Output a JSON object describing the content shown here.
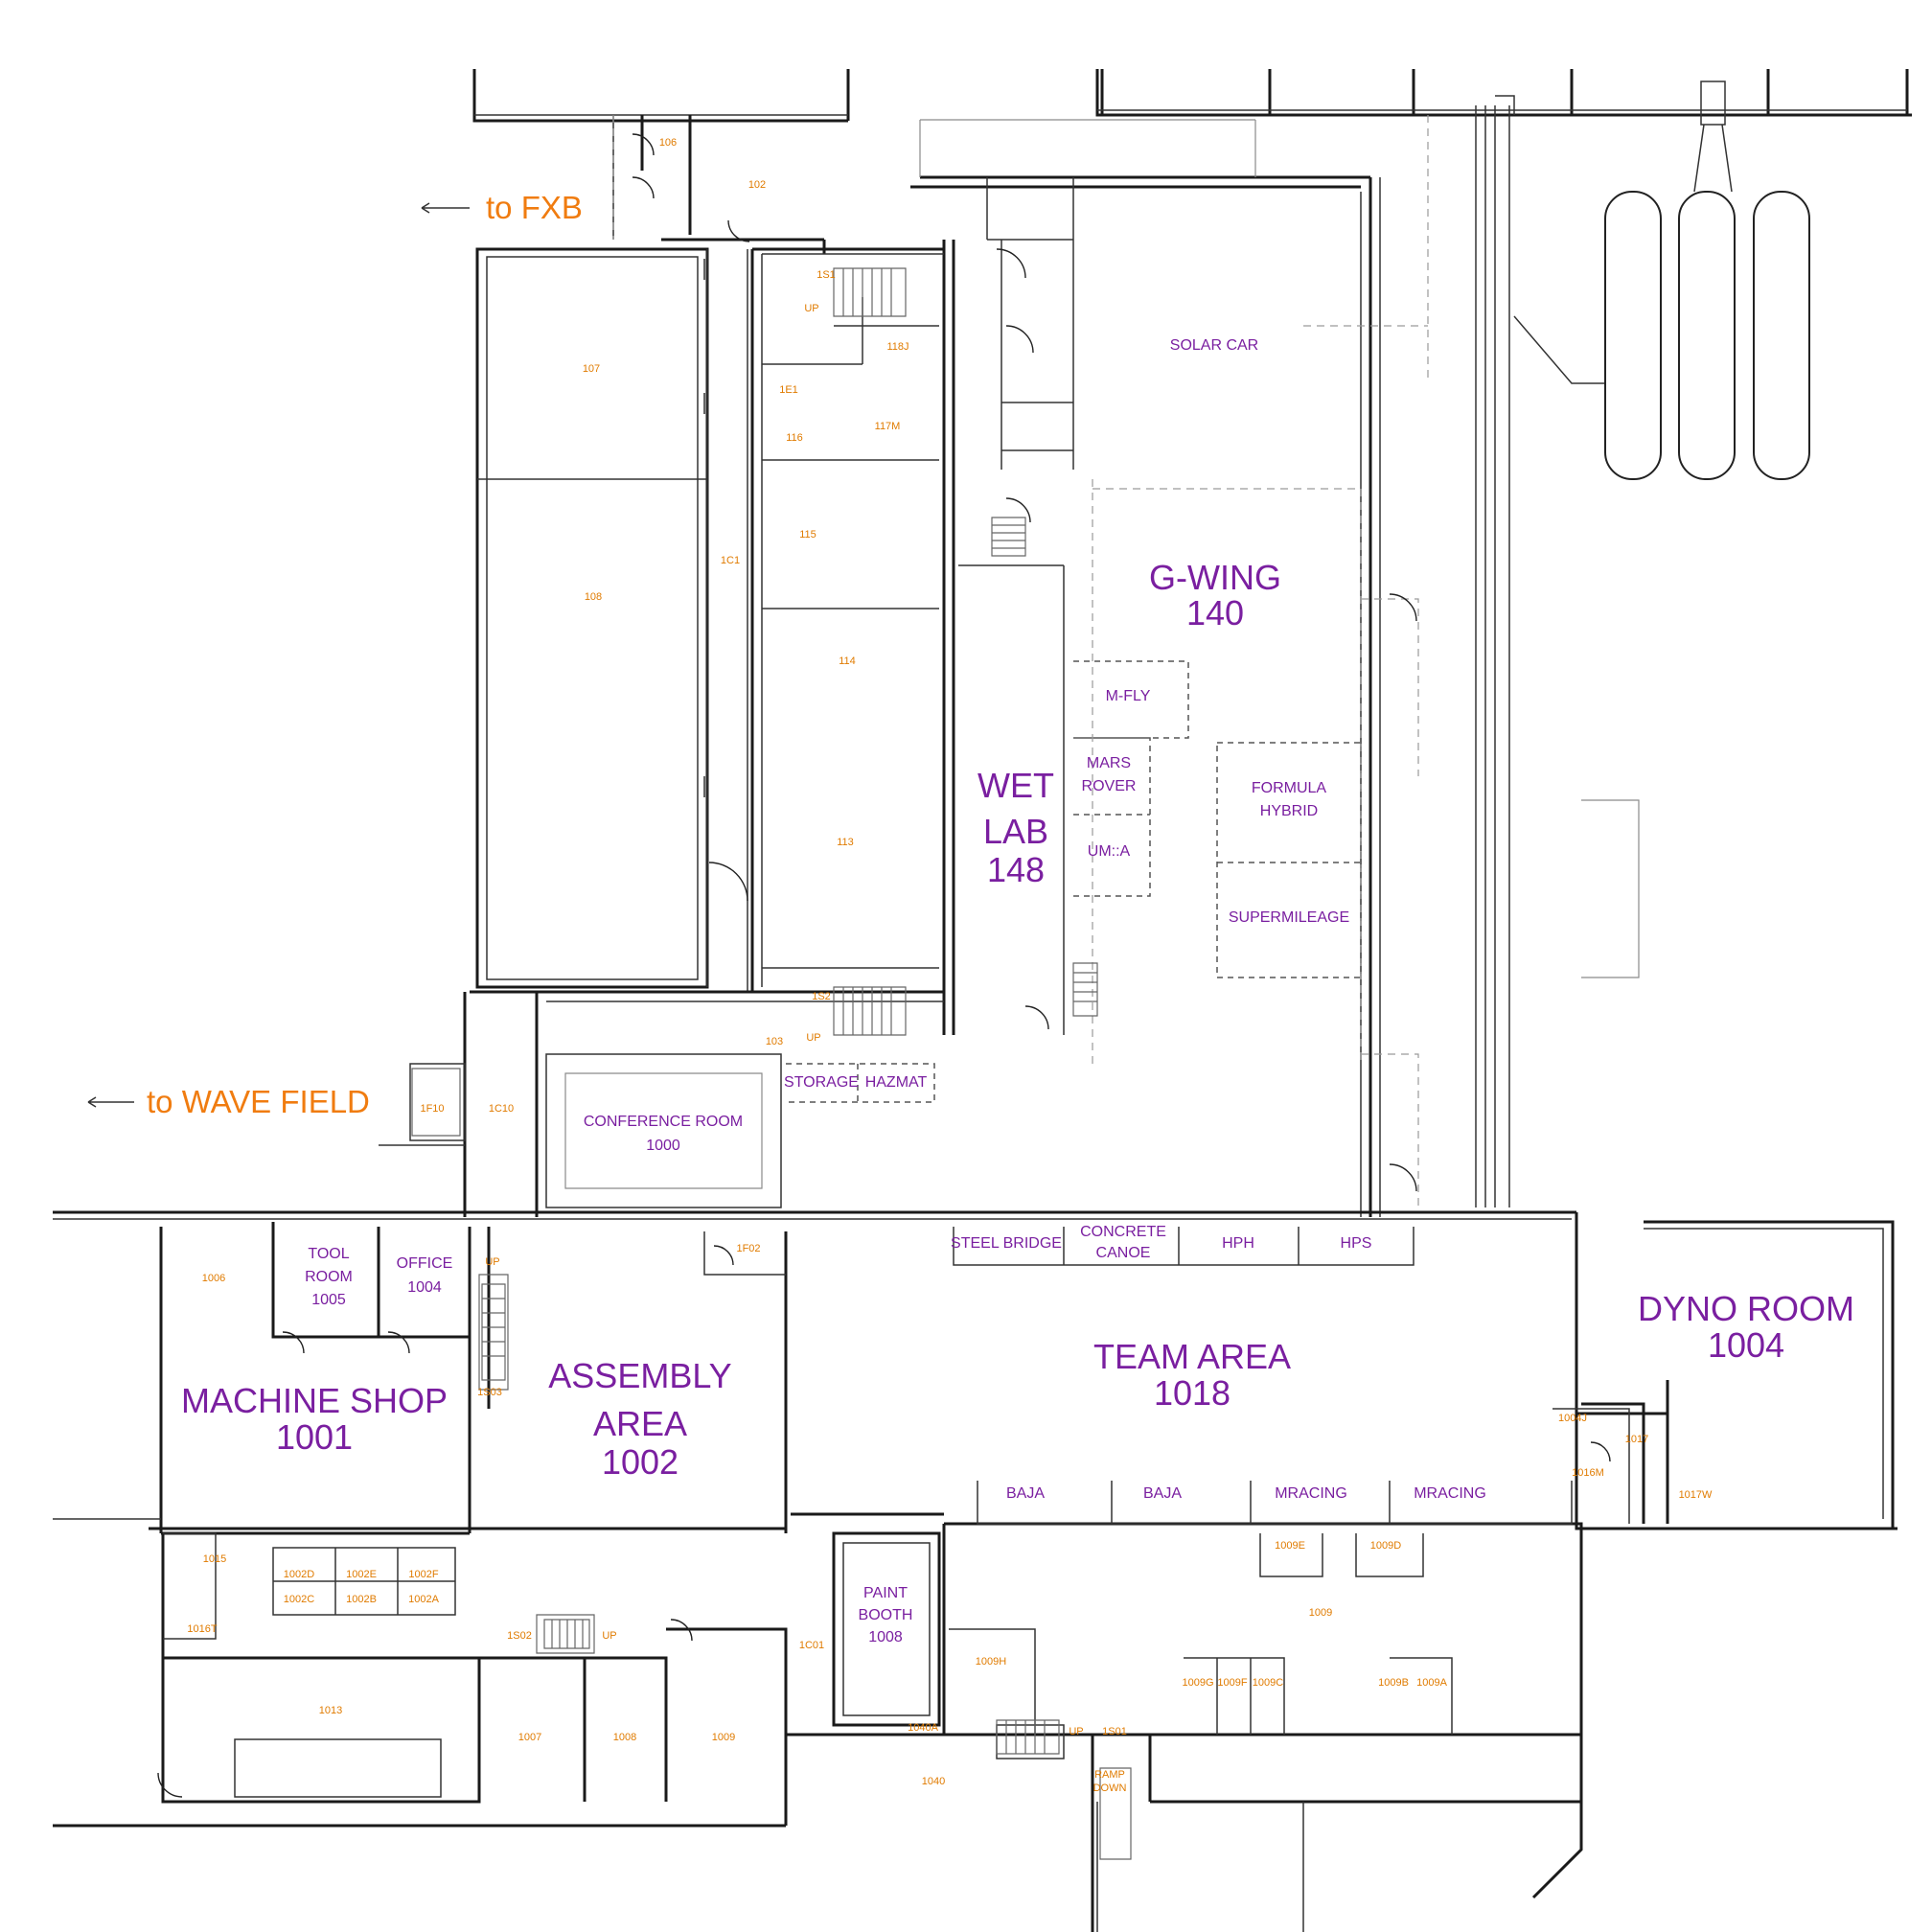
{
  "colors": {
    "team_label": "#7a1fa0",
    "room_number": "#e07b00",
    "direction": "#f07c10",
    "wall": "#1a1a1a"
  },
  "directions": {
    "fxb": "to FXB",
    "wave_field": "to WAVE FIELD"
  },
  "big_labels": {
    "g_wing": [
      "G-WING",
      "140"
    ],
    "wet_lab": [
      "WET",
      "LAB",
      "148"
    ],
    "machine_shop": [
      "MACHINE SHOP",
      "1001"
    ],
    "assembly": [
      "ASSEMBLY",
      "AREA",
      "1002"
    ],
    "team_area": [
      "TEAM AREA",
      "1018"
    ],
    "dyno_room": [
      "DYNO ROOM",
      "1004"
    ]
  },
  "team_labels": {
    "solar_car": "SOLAR CAR",
    "m_fly": "M-FLY",
    "mars_rover": [
      "MARS",
      "ROVER"
    ],
    "uma": "UM::A",
    "formula_hybrid": [
      "FORMULA",
      "HYBRID"
    ],
    "supermileage": "SUPERMILEAGE",
    "storage": "STORAGE",
    "hazmat": "HAZMAT",
    "conference": [
      "CONFERENCE ROOM",
      "1000"
    ],
    "tool_room": [
      "TOOL",
      "ROOM",
      "1005"
    ],
    "office": [
      "OFFICE",
      "1004"
    ],
    "steel_bridge": "STEEL BRIDGE",
    "concrete_canoe": [
      "CONCRETE",
      "CANOE"
    ],
    "hph": "HPH",
    "hps": "HPS",
    "baja_1": "BAJA",
    "baja_2": "BAJA",
    "mracing_1": "MRACING",
    "mracing_2": "MRACING",
    "paint_booth": [
      "PAINT",
      "BOOTH",
      "1008"
    ]
  },
  "room_numbers": {
    "r106": "106",
    "r102": "102",
    "r107": "107",
    "r108": "108",
    "r1c1": "1C1",
    "r1s1": "1S1",
    "r_up1": "UP",
    "r118j": "118J",
    "r1e1": "1E1",
    "r117m": "117M",
    "r116": "116",
    "r115": "115",
    "r114": "114",
    "r113": "113",
    "r1s2": "1S2",
    "r103": "103",
    "r_up2": "UP",
    "r1f10": "1F10",
    "r1c10": "1C10",
    "r1f02": "1F02",
    "r1006": "1006",
    "r_up3": "UP",
    "r1s03": "1S03",
    "r1015": "1015",
    "r1016t": "1016T",
    "r1002d": "1002D",
    "r1002e": "1002E",
    "r1002f": "1002F",
    "r1002c": "1002C",
    "r1002b": "1002B",
    "r1002a": "1002A",
    "r1s02": "1S02",
    "r_up4": "UP",
    "r1c01": "1C01",
    "r1013": "1013",
    "r1007": "1007",
    "r1008": "1008",
    "r1009a": "1009",
    "r1004j": "1004J",
    "r1017": "1017",
    "r1016m": "1016M",
    "r1017w": "1017W",
    "r1009e": "1009E",
    "r1009d": "1009D",
    "r1009": "1009",
    "r1009h": "1009H",
    "r1009g": "1009G",
    "r1009f": "1009F",
    "r1009c": "1009C",
    "r1009b": "1009B",
    "r1009x": "1009A",
    "r1040a": "1040A",
    "r_up5": "UP",
    "r1s01": "1S01",
    "r_ramp1": "RAMP",
    "r_ramp2": "DOWN",
    "r1040": "1040"
  }
}
